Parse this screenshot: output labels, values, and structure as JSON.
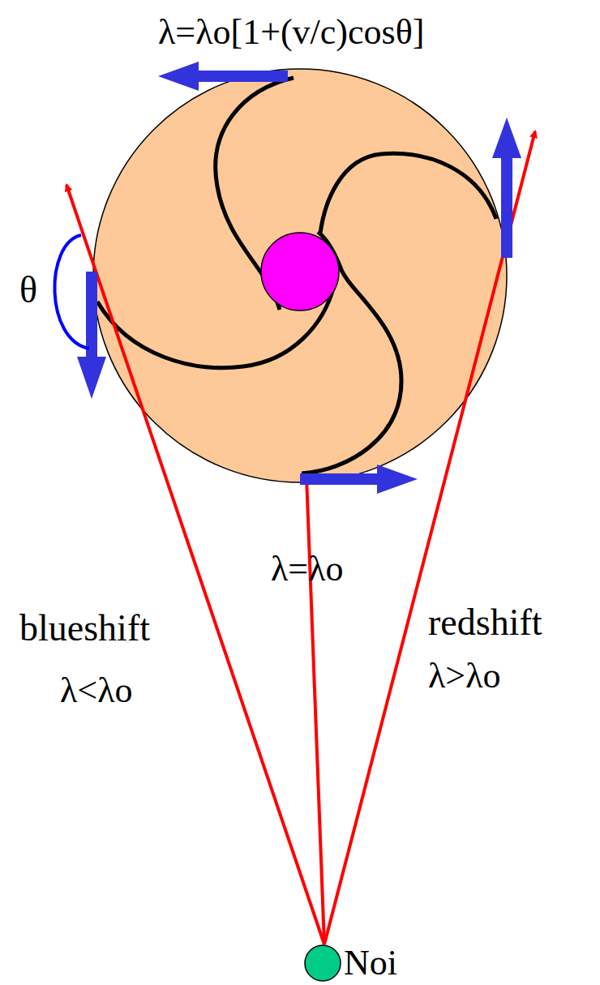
{
  "diagram": {
    "nodes": [
      {
        "text": [
          "Noi"
        ]
      }
    ],
    "labels": [
      "λ=λo[1+(v/c)cosθ]",
      "θ",
      "λ=λo",
      "blueshift",
      "λ<λo",
      "redshift",
      "λ>λo"
    ]
  }
}
